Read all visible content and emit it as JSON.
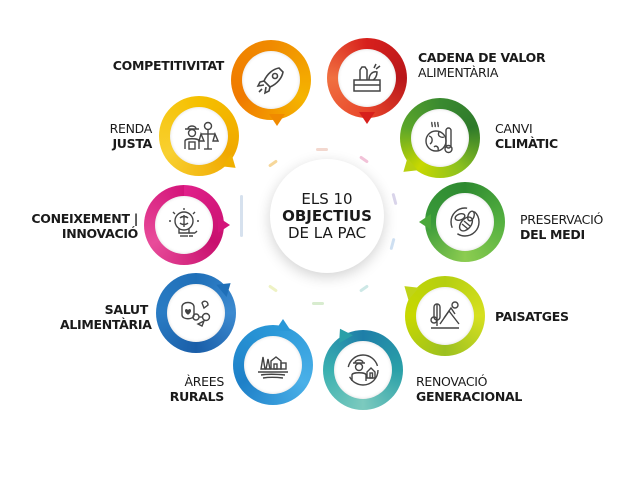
{
  "center": {
    "line1": "ELS 10",
    "line2": "OBJECTIUS",
    "line3": "DE LA PAC"
  },
  "objectives": [
    {
      "id": "competitivitat",
      "line1": "COMPETITIVITAT",
      "line2": "",
      "icon": "rocket-icon",
      "color": "#f08a00"
    },
    {
      "id": "cadena",
      "line1": "CADENA DE VALOR",
      "line2": "ALIMENTÀRIA",
      "icon": "food-crate-icon",
      "color": "#d7201c"
    },
    {
      "id": "renda",
      "line1": "RENDA",
      "line2": "JUSTA",
      "icon": "farmer-scale-icon",
      "color": "#f2b800"
    },
    {
      "id": "canvi",
      "line1": "CANVI",
      "line2": "CLIMÀTIC",
      "icon": "globe-thermometer-icon",
      "color": "#5aa52a"
    },
    {
      "id": "coneixement",
      "line1": "CONEIXEMENT |",
      "line2": "INNOVACIÓ",
      "icon": "lightbulb-brain-icon",
      "color": "#d4147a"
    },
    {
      "id": "preservacio",
      "line1": "PRESERVACIÓ",
      "line2": "DEL MEDI",
      "icon": "bee-icon",
      "color": "#3a9a3a"
    },
    {
      "id": "salut",
      "line1": "SALUT",
      "line2": "ALIMENTÀRIA",
      "icon": "healthy-food-icon",
      "color": "#1f6fb8"
    },
    {
      "id": "paisatges",
      "line1": "PAISATGES",
      "line2": "",
      "icon": "landscape-icon",
      "color": "#b5cf10"
    },
    {
      "id": "arees",
      "line1": "ÀREES",
      "line2": "RURALS",
      "icon": "rural-house-icon",
      "color": "#2a98d8"
    },
    {
      "id": "renovacio",
      "line1": "RENOVACIÓ",
      "line2": "GENERACIONAL",
      "icon": "farmer-generation-icon",
      "color": "#2aa0a8"
    }
  ]
}
